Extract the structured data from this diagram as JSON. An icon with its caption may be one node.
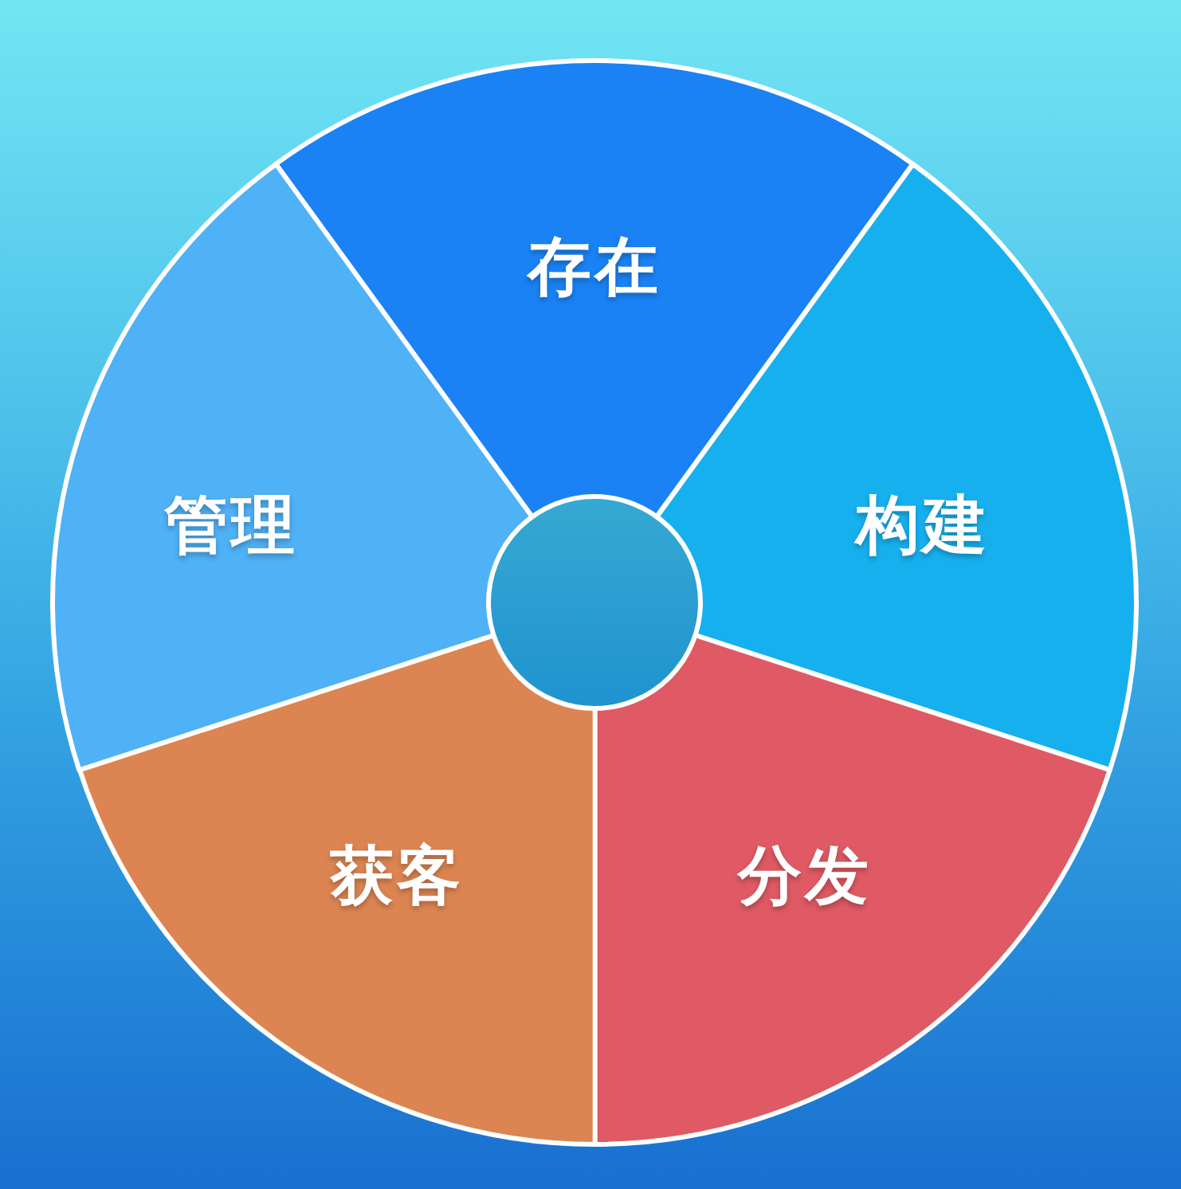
{
  "diagram": {
    "nodes": [
      {
        "text": [
          "存在"
        ]
      },
      {
        "text": [
          "构建"
        ]
      },
      {
        "text": [
          "分发"
        ]
      },
      {
        "text": [
          "获客"
        ]
      },
      {
        "text": [
          "管理"
        ]
      },
      {
        "text": [],
        "shape": "circle"
      }
    ]
  }
}
